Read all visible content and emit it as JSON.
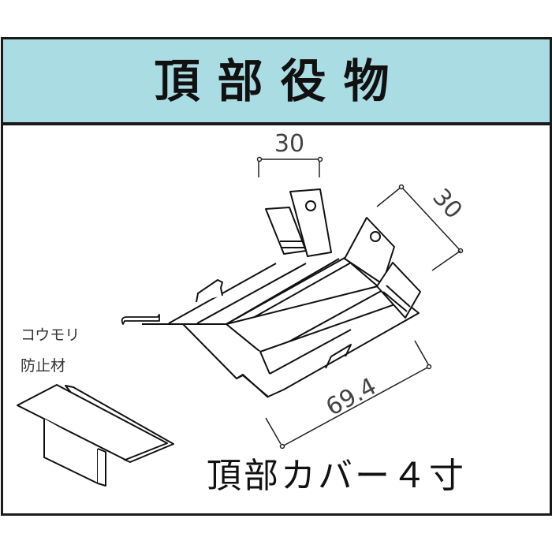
{
  "header": {
    "title": "頂部役物",
    "background_color": "#aadce3",
    "border_color": "#1a1a1a"
  },
  "part_drawing": {
    "dimensions": {
      "top_width": "30",
      "side_depth": "30",
      "length": "69.4"
    }
  },
  "accessory": {
    "label_line1": "コウモリ",
    "label_line2": "防止材"
  },
  "caption": "頂部カバー４寸"
}
